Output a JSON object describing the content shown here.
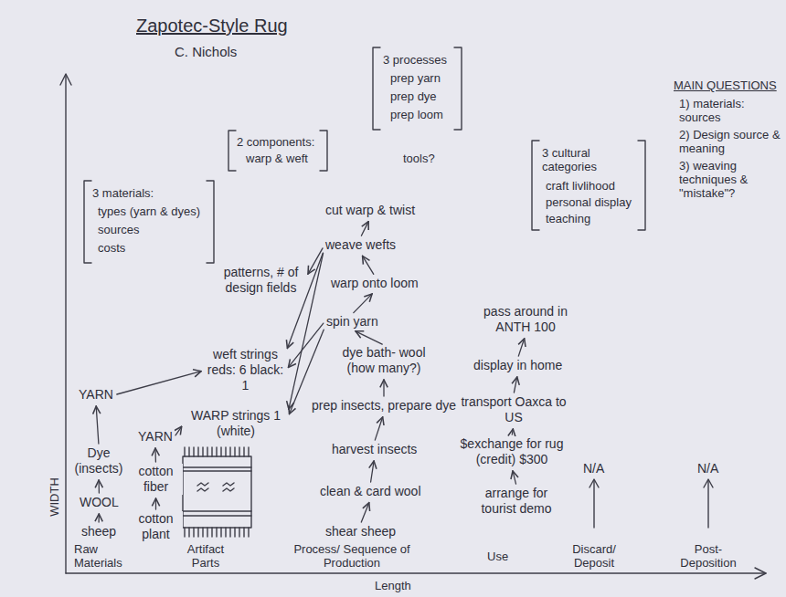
{
  "diagram": {
    "title": "Zapotec-Style Rug",
    "nodes": [
      {
        "text": [
          "cut warp & twist"
        ]
      },
      {
        "text": [
          "weave wefts"
        ]
      },
      {
        "text": [
          "patterns, # of design fields"
        ]
      },
      {
        "text": [
          "warp onto loom"
        ]
      },
      {
        "text": [
          "pass around in ANTH 100"
        ]
      },
      {
        "text": [
          "spin yarn"
        ]
      },
      {
        "text": [
          "weft strings reds: 6 black: 1"
        ]
      },
      {
        "text": [
          "display in home"
        ]
      },
      {
        "text": [
          "dye bath- wool (how many?)"
        ]
      },
      {
        "text": [
          "YARN"
        ]
      },
      {
        "text": [
          "transport Oaxca to US"
        ]
      },
      {
        "text": [
          "prep insects, prepare dye"
        ]
      },
      {
        "text": [
          "WARP strings 1 (white)"
        ]
      },
      {
        "text": [
          "YARN"
        ]
      },
      {
        "text": [
          "harvest insects"
        ]
      },
      {
        "text": [
          "$exchange for rug (credit) $300"
        ]
      },
      {
        "text": [
          "Dye (insects)"
        ]
      },
      {
        "text": [
          "cotton fiber"
        ]
      },
      {
        "text": [
          "WOOL"
        ]
      },
      {
        "text": [
          "clean & card wool"
        ]
      },
      {
        "text": [
          "arrange for tourist demo"
        ]
      },
      {
        "text": [
          "sheep"
        ]
      },
      {
        "text": [
          "cotton plant"
        ]
      },
      {
        "text": [
          "shear sheep"
        ]
      }
    ],
    "edges": [
      {
        "from": 21,
        "to": 18,
        "arrow": "to"
      },
      {
        "from": 18,
        "to": 16,
        "arrow": "to"
      },
      {
        "from": 16,
        "to": 9,
        "arrow": "to"
      },
      {
        "from": 9,
        "to": 6,
        "arrow": "to"
      },
      {
        "from": 22,
        "to": 17,
        "arrow": "to"
      },
      {
        "from": 17,
        "to": 13,
        "arrow": "to"
      },
      {
        "from": 13,
        "to": 12,
        "arrow": "to"
      },
      {
        "from": 23,
        "to": 19,
        "arrow": "to"
      },
      {
        "from": 19,
        "to": 14,
        "arrow": "to"
      },
      {
        "from": 14,
        "to": 11,
        "arrow": "to"
      },
      {
        "from": 11,
        "to": 8,
        "arrow": "to"
      },
      {
        "from": 8,
        "to": 5,
        "arrow": "to"
      },
      {
        "from": 5,
        "to": 3,
        "arrow": "to"
      },
      {
        "from": 3,
        "to": 1,
        "arrow": "to"
      },
      {
        "from": 1,
        "to": 0,
        "arrow": "to"
      },
      {
        "from": 5,
        "to": 6,
        "arrow": "to"
      },
      {
        "from": 5,
        "to": 12,
        "arrow": "to"
      },
      {
        "from": 1,
        "to": 2,
        "arrow": "to"
      },
      {
        "from": 1,
        "to": 6,
        "arrow": "to"
      },
      {
        "from": 1,
        "to": 12,
        "arrow": "to"
      },
      {
        "from": 20,
        "to": 15,
        "arrow": "to"
      },
      {
        "from": 15,
        "to": 10,
        "arrow": "to"
      },
      {
        "from": 10,
        "to": 7,
        "arrow": "to"
      },
      {
        "from": 7,
        "to": 4,
        "arrow": "to"
      }
    ],
    "labels": [
      "C. Nichols",
      "MAIN QUESTIONS",
      "1) materials: sources",
      "2) Design source & meaning",
      "3) weaving techniques & \"mistake\"?",
      "2 components:",
      "warp & weft",
      "3 processes",
      "prep yarn",
      "prep dye",
      "prep loom",
      "tools?",
      "3 materials:",
      "types (yarn & dyes)",
      "sources",
      "costs",
      "3 cultural categories",
      "craft livlihood",
      "personal display",
      "teaching",
      "N/A",
      "N/A",
      "WIDTH",
      "Raw Materials",
      "Artifact Parts",
      "Process/ Sequence of Production",
      "Use",
      "Discard/ Deposit",
      "Post- Deposition",
      "Length"
    ]
  }
}
